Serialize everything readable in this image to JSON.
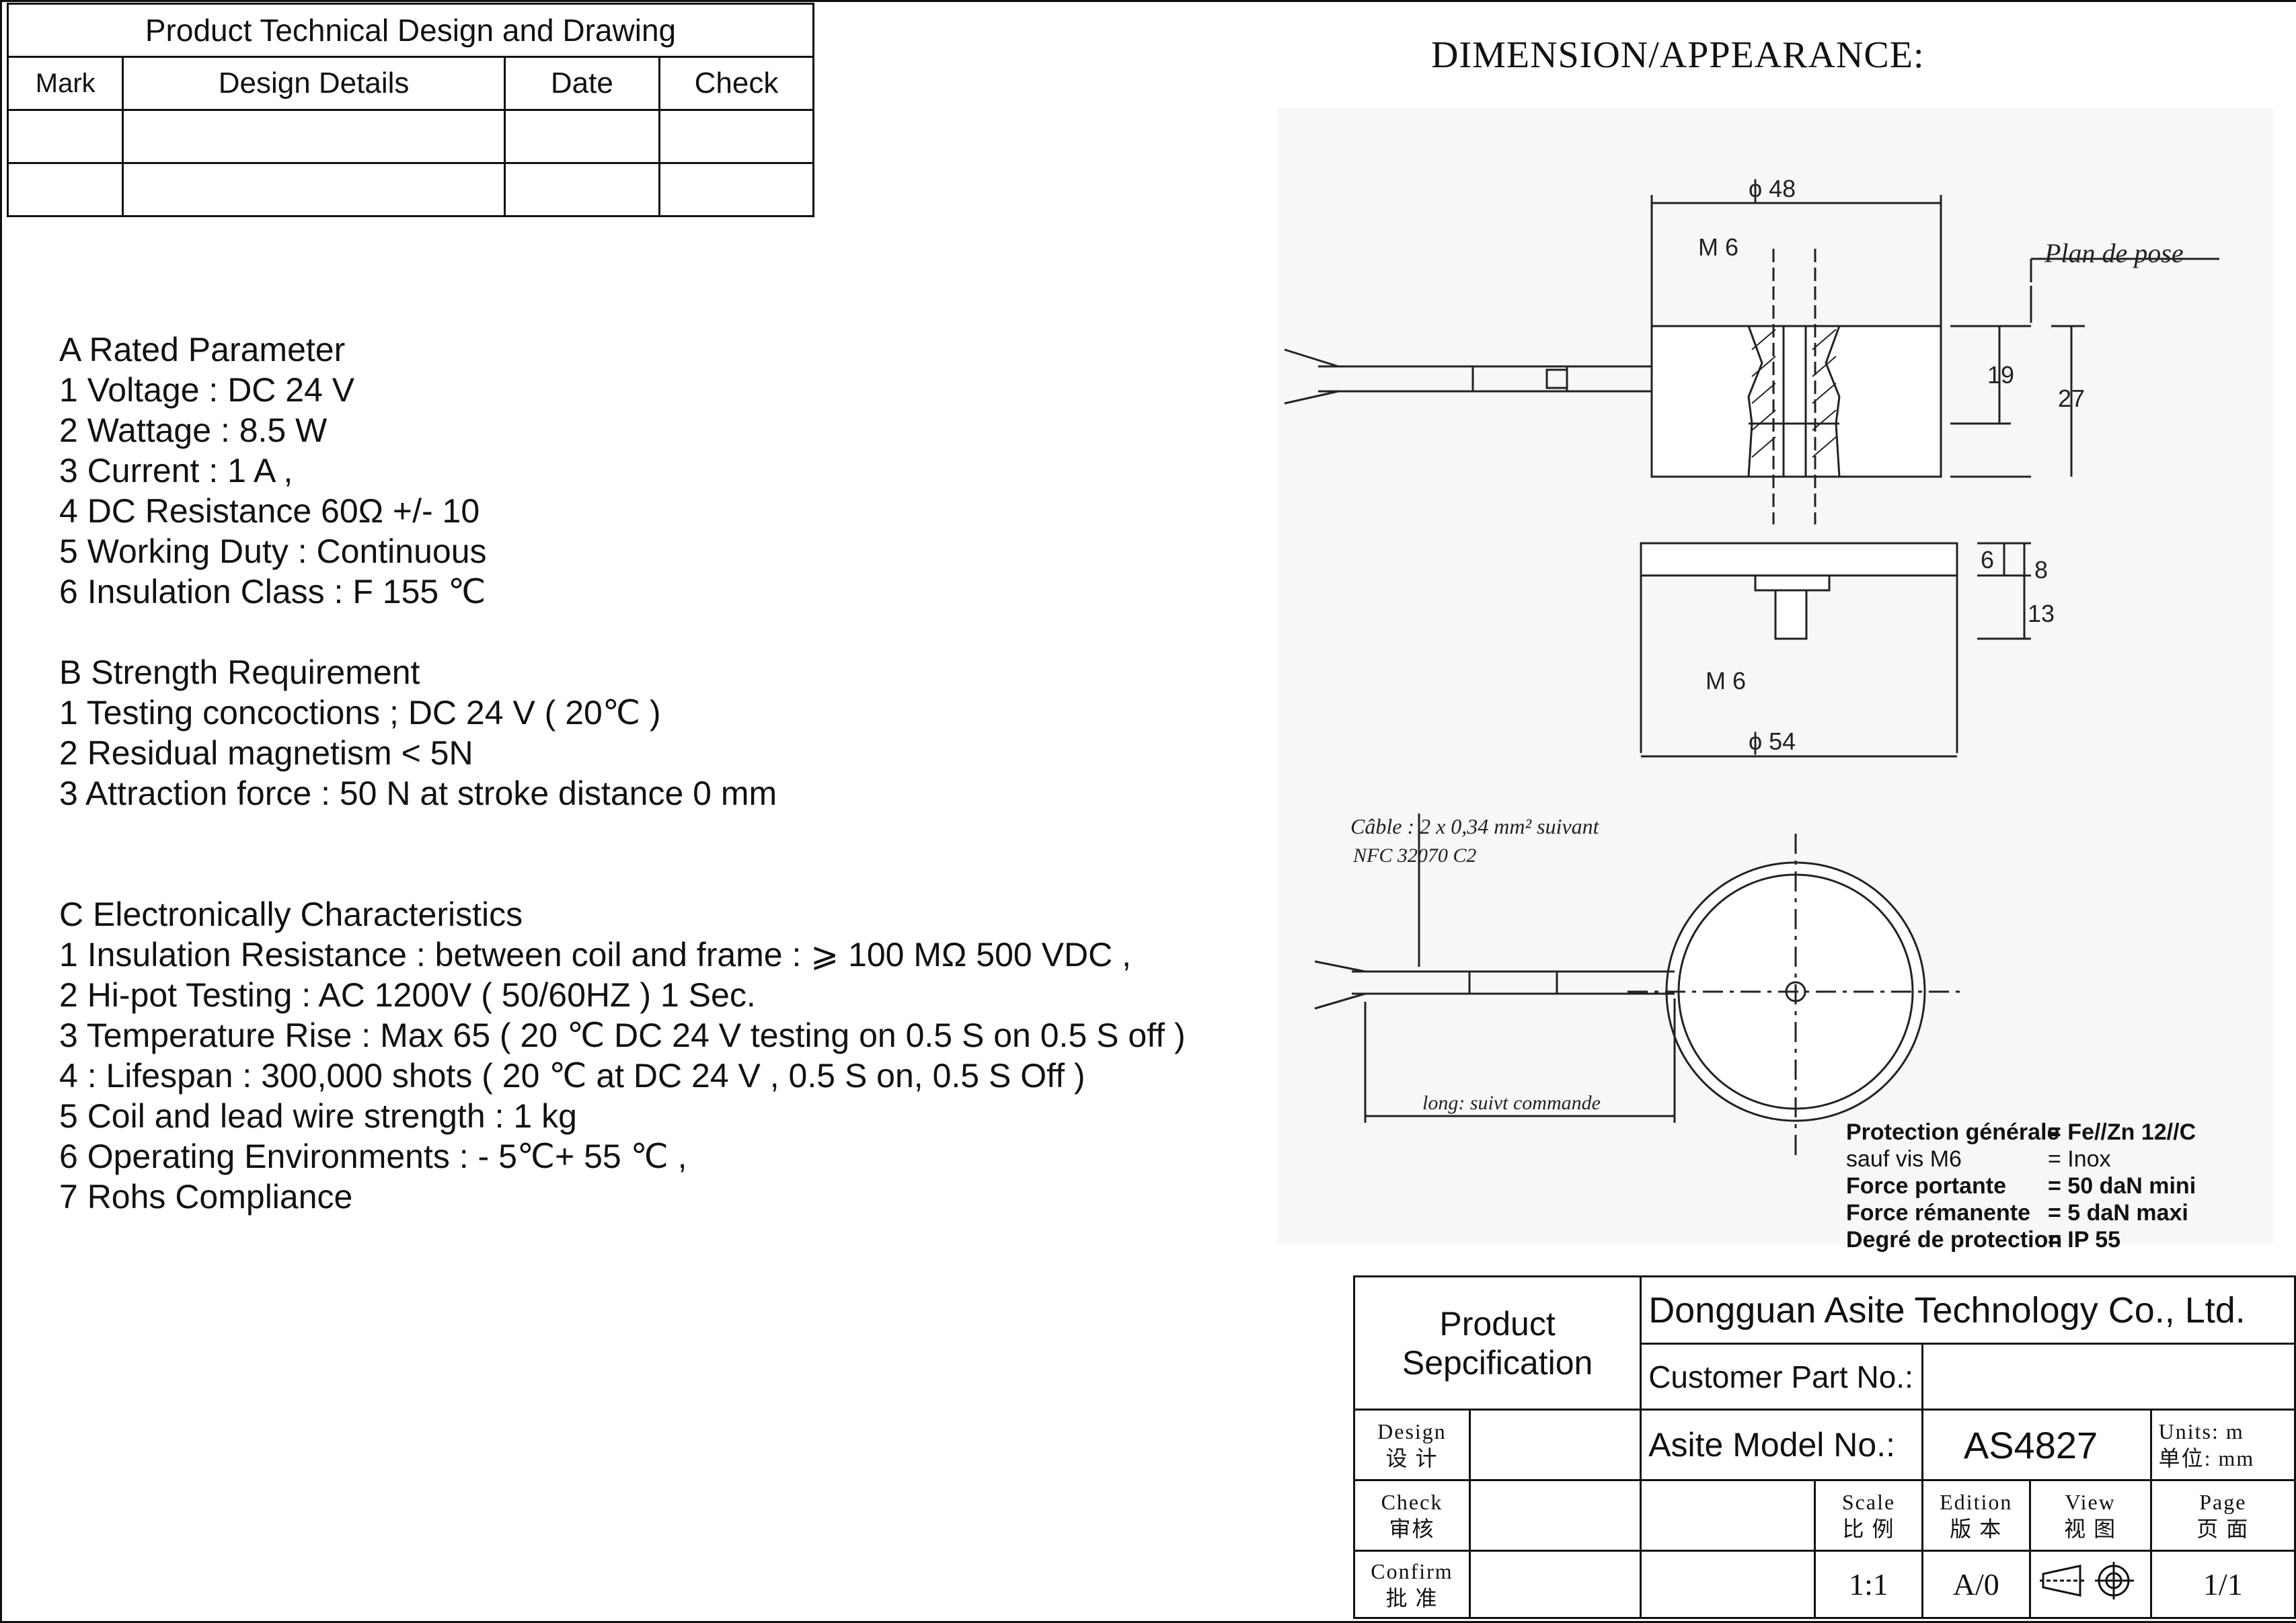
{
  "revision_table": {
    "title": "Product Technical Design and Drawing",
    "headers": [
      "Mark",
      "Design Details",
      "Date",
      "Check"
    ]
  },
  "dimension_title": "DIMENSION/APPEARANCE:",
  "section_a": {
    "title": "A  Rated Parameter",
    "items": [
      "1  Voltage :  DC 24 V",
      "2  Wattage : 8.5 W",
      "3  Current :  1 A ,",
      "4  DC Resistance  60Ω +/- 10",
      "5  Working Duty : Continuous",
      "6   Insulation Class : F 155 ℃"
    ]
  },
  "section_b": {
    "title": "B Strength Requirement",
    "items": [
      "1 Testing concoctions ; DC 24 V ( 20℃ )",
      "2 Residual magnetism <   5N",
      "3 Attraction force :  50 N  at stroke distance 0 mm"
    ]
  },
  "section_c": {
    "title": "C  Electronically Characteristics",
    "items": [
      "1  Insulation Resistance :  between coil and frame : ⩾ 100 MΩ  500 VDC ,",
      "2  Hi-pot Testing : AC 1200V ( 50/60HZ ) 1 Sec.",
      "3  Temperature Rise : Max 65 ( 20 ℃ DC 24 V testing on  0.5 S on  0.5 S off )",
      "4 :  Lifespan : 300,000 shots ( 20 ℃ at DC 24 V ,   0.5 S on, 0.5 S Off  )",
      "5  Coil and lead wire strength : 1 kg",
      "6  Operating Environments : - 5℃+ 55 ℃ ,",
      "7  Rohs Compliance"
    ]
  },
  "drawing_labels": {
    "phi48": "ϕ 48",
    "m6_top": "M 6",
    "plan_de_pose": "Plan de pose",
    "dim19": "19",
    "dim27": "27",
    "dim6": "6",
    "dim8": "8",
    "dim13": "13",
    "m6_bottom": "M 6",
    "phi54": "ϕ 54",
    "cable": "Câble : 2 x 0,34 mm² suivant",
    "nfc": "NFC 32070 C2",
    "longueur": "long: suivt commande"
  },
  "notes": [
    {
      "k": "Protection générale",
      "v": "= Fe//Zn 12//C"
    },
    {
      "k": "sauf vis M6",
      "v": "= Inox"
    },
    {
      "k": "Force portante",
      "v": "= 50 daN mini"
    },
    {
      "k": "Force rémanente",
      "v": "= 5 daN maxi"
    },
    {
      "k": "Degré de protection",
      "v": "= IP 55"
    }
  ],
  "title_block": {
    "product_spec_line1": "Product",
    "product_spec_line2": "Sepcification",
    "company": "Dongguan Asite Technology Co., Ltd.",
    "customer_part_label": "Customer Part No.:",
    "customer_part_value": "",
    "design_en": "Design",
    "design_cn": "设 计",
    "model_label": "Asite Model No.:",
    "model_value": "AS4827",
    "units_en": "Units: m",
    "units_cn": "单位: mm",
    "check_en": "Check",
    "check_cn": "审核",
    "scale_en": "Scale",
    "scale_cn": "比 例",
    "edition_en": "Edition",
    "edition_cn": "版 本",
    "view_en": "View",
    "view_cn": "视 图",
    "page_en": "Page",
    "page_cn": "页 面",
    "confirm_en": "Confirm",
    "confirm_cn": "批 准",
    "scale_value": "1:1",
    "edition_value": "A/0",
    "page_value": "1/1"
  }
}
